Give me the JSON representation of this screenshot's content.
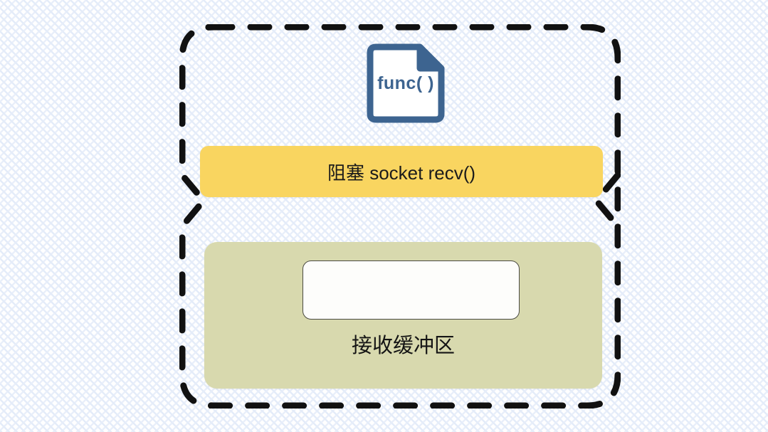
{
  "diagram": {
    "title": "blocking socket recv diagram",
    "background": {
      "base_color": "#ffffff",
      "hatch_color": "#c2d3f0"
    },
    "frame": {
      "name": "process-boundary",
      "style": "dashed",
      "stroke_color": "#111111",
      "notch_side_left": true,
      "notch_side_right": true
    },
    "nodes": {
      "func_icon": {
        "icon": "document-func-icon",
        "label": "func( )",
        "stroke_color": "#3d6490",
        "fill_color": "#ffffff"
      },
      "blocking_bar": {
        "label": "阻塞 socket recv()",
        "fill_color": "#f9d560",
        "text_color": "#1b1b1b"
      },
      "recv_buffer": {
        "label": "接收缓冲区",
        "fill_color": "#d8d9ae",
        "text_color": "#141414",
        "slot": {
          "name": "buffer-slot",
          "fill_color": "#fdfdfb",
          "border_color": "#4a4a42",
          "content": ""
        }
      }
    }
  }
}
